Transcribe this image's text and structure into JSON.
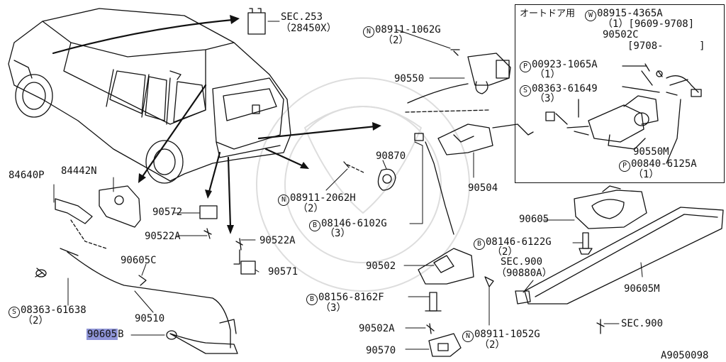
{
  "diagram": {
    "figure_id": "A9050098",
    "highlight_color": "#8f95d8",
    "inset": {
      "title": "オートドア用",
      "w_part": "08915-4365A",
      "w_qty": "（1）[9609-9708]",
      "p_90502c": "90502C",
      "p_90502c_range": "[9708-      ]",
      "p1_code": "00923-1065A",
      "p1_qty": "（1）",
      "s1_code": "08363-61649",
      "s1_qty": "（3）",
      "m_90550m": "90550M",
      "p2_code": "00840-6125A",
      "p2_qty": "（1）"
    },
    "labels": {
      "sec253": "SEC.253",
      "sec253_ref": "（28450X）",
      "n1_code": "08911-1062G",
      "n1_qty": "（2）",
      "p90550": "90550",
      "p84640p": "84640P",
      "p84442n": "84442N",
      "p90870": "90870",
      "p90572": "90572",
      "p90522a_1": "90522A",
      "n2_code": "08911-2062H",
      "n2_qty": "（2）",
      "p90504": "90504",
      "p90605": "90605",
      "b1_code": "08146-6102G",
      "b1_qty": "（3）",
      "p90522a_2": "90522A",
      "p90605c": "90605C",
      "p90571": "90571",
      "b2_code": "08146-6122G",
      "b2_qty": "（2）",
      "p90502": "90502",
      "sec900": "SEC.900",
      "sec900_ref": "（90880A）",
      "s2_code": "08363-61638",
      "s2_qty": "（2）",
      "p90510": "90510",
      "b3_code": "08156-8162F",
      "b3_qty": "（3）",
      "p90605m": "90605M",
      "p90605b_hl": "90605",
      "p90605b_tail": "B",
      "p90502a": "90502A",
      "n3_code": "08911-1052G",
      "n3_qty": "（2）",
      "sec900_b": "SEC.900",
      "p90570": "90570"
    },
    "circle_letters": {
      "n": "N",
      "b": "B",
      "s": "S",
      "p": "P",
      "w": "W"
    }
  }
}
